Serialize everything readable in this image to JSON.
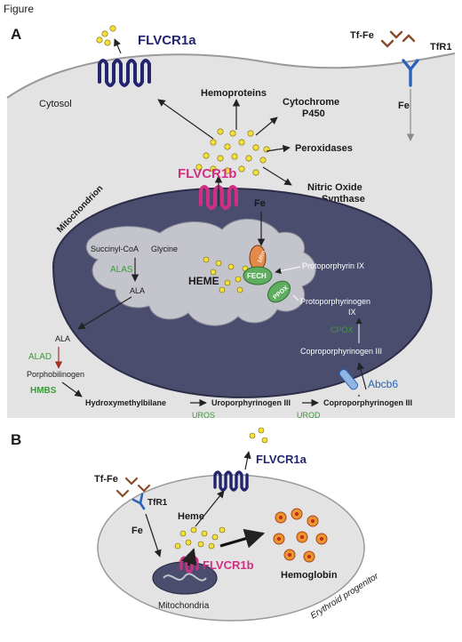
{
  "figure_label": "Figure",
  "panel_a": {
    "label": "A",
    "flvcr1a": "FLVCR1a",
    "tf_fe": "Tf-Fe",
    "tfr1": "TfR1",
    "cytosol": "Cytosol",
    "fe_cytosol": "Fe",
    "hemoproteins": "Hemoproteins",
    "cytochrome_line1": "Cytochrome",
    "cytochrome_line2": "P450",
    "peroxidases": "Peroxidases",
    "nitric_line1": "Nitric Oxide",
    "nitric_line2": "Synthase",
    "flvcr1b": "FLVCR1b",
    "fe_mito": "Fe",
    "mitochondrion": "Mitochondrion",
    "succinyl_coa": "Succinyl-CoA",
    "glycine": "Glycine",
    "alas": "ALAS",
    "ala_inner": "ALA",
    "heme": "HEME",
    "mfrn": "Mfrn",
    "fech": "FECH",
    "ppox": "PPOX",
    "protoporphyrin": "Protoporphyrin IX",
    "protoporphyrinogen_line1": "Protoporphyrinogen",
    "protoporphyrinogen_line2": "IX",
    "cpox": "CPOX",
    "coproporphyrinogen_inner": "Coproporphyrinogen III",
    "ala_outer": "ALA",
    "alad": "ALAD",
    "porphobilinogen": "Porphobilinogen",
    "hmbs": "HMBS",
    "hydroxymethylbilane": "Hydroxymethylbilane",
    "uroporphyrinogen": "Uroporphyrinogen III",
    "coproporphyrinogen_outer": "Coproporphyrinogen III",
    "uros": "UROS",
    "urod": "UROD",
    "abcb6": "Abcb6"
  },
  "panel_b": {
    "label": "B",
    "flvcr1a": "FLVCR1a",
    "tf_fe": "Tf-Fe",
    "tfr1": "TfR1",
    "heme": "Heme",
    "fe": "Fe",
    "flvcr1b": "FLVCR1b",
    "hemoglobin": "Hemoglobin",
    "mitochondria": "Mitochondria",
    "erythroid": "Erythroid progenitor"
  },
  "colors": {
    "cell_fill": "#e3e3e3",
    "mito_fill": "#4a4d6e",
    "matrix_fill": "#c4c4cc",
    "heme_dot": "#f4e03a",
    "flvcr1a": "#23256e",
    "flvcr1b": "#d12f83",
    "enzyme_green": "#3c9a3c"
  }
}
